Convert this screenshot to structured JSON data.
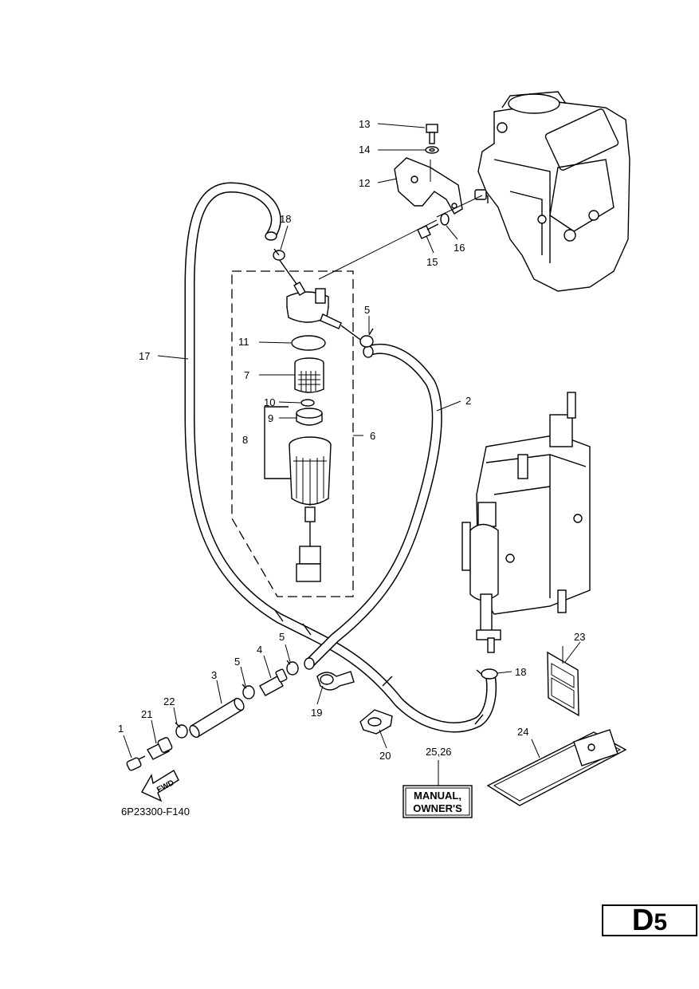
{
  "figure_code": "6P23300-F140",
  "section": {
    "letter": "D",
    "number": "5"
  },
  "fwd_label": "FWD",
  "manual_label": {
    "line1": "MANUAL,",
    "line2": "OWNER'S"
  },
  "callouts": {
    "c1": "1",
    "c2": "2",
    "c3": "3",
    "c4": "4",
    "c5a": "5",
    "c5b": "5",
    "c5c": "5",
    "c6": "6",
    "c7": "7",
    "c8": "8",
    "c9": "9",
    "c10": "10",
    "c11": "11",
    "c12": "12",
    "c13": "13",
    "c14": "14",
    "c15": "15",
    "c16": "16",
    "c17": "17",
    "c18a": "18",
    "c18b": "18",
    "c19": "19",
    "c20": "20",
    "c21": "21",
    "c22": "22",
    "c23": "23",
    "c24": "24",
    "c2526": "25,26"
  }
}
